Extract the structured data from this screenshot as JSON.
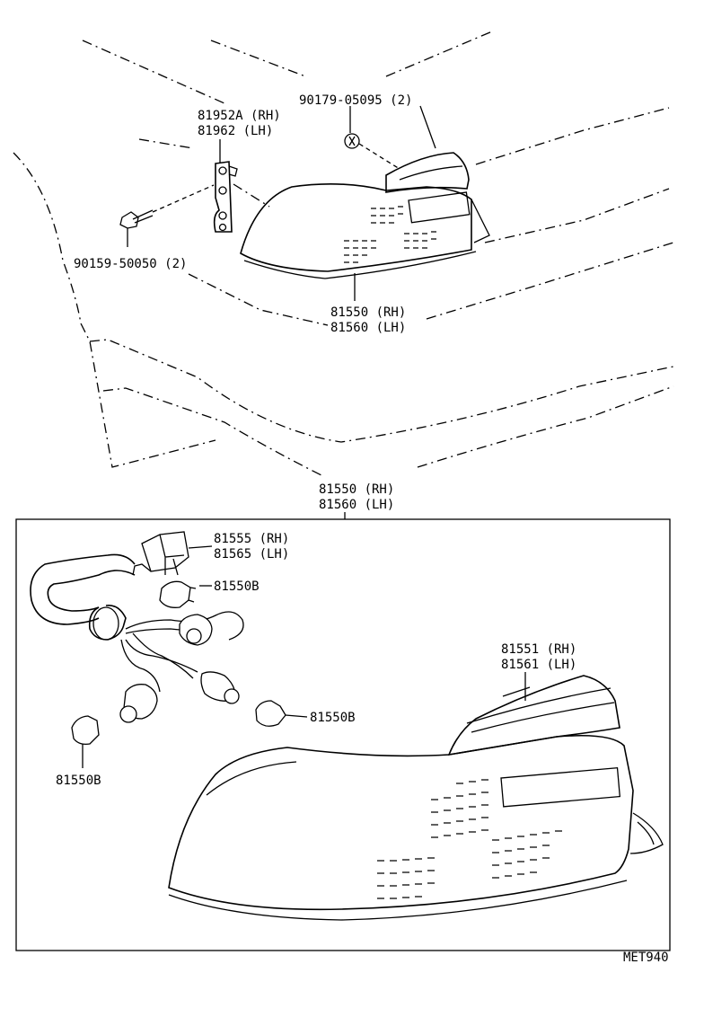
{
  "labels": {
    "top_clip": "90179-05095 (2)",
    "bracket_rh": "81952A (RH)",
    "bracket_lh": "81962  (LH)",
    "screw": "90159-50050 (2)",
    "lamp_rh_top": "81550 (RH)",
    "lamp_lh_top": "81560 (LH)",
    "box_title_rh": "81550 (RH)",
    "box_title_lh": "81560 (LH)",
    "socket_rh": "81555 (RH)",
    "socket_lh": "81565 (LH)",
    "bulb_1": "81550B",
    "bulb_2": "81550B",
    "bulb_3": "81550B",
    "lens_rh": "81551 (RH)",
    "lens_lh": "81561 (LH)",
    "diagram_code": "MET940"
  }
}
